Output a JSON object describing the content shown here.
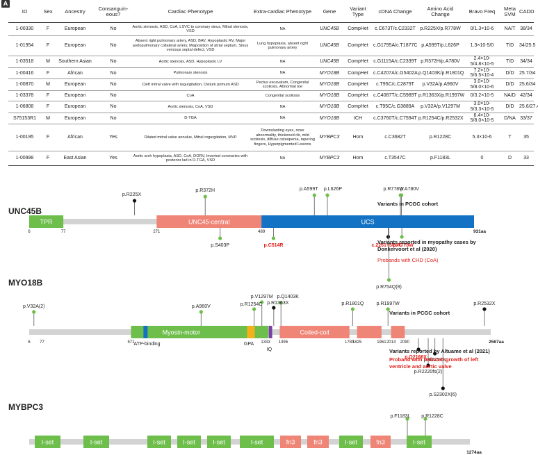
{
  "panel_label": "A",
  "table": {
    "headers": [
      "ID",
      "Sex",
      "Ancestry",
      "Consanguin-eous?",
      "Cardiac Phenotype",
      "Extra-cardiac Phenotype",
      "Gene",
      "Variant Type",
      "cDNA Change",
      "Amino Acid Change",
      "Bravo Freq",
      "Meta SVM",
      "CADD"
    ],
    "rows": [
      [
        "1-00330",
        "F",
        "European",
        "No",
        "Aortic stenosis, ASD, CoA, LSVC to coronary sinus, Mitral stenosis, VSD",
        "NA",
        "UNC45B",
        "CompHet",
        "c.C673T/c.C2332T",
        "p.R225X/p.R778W",
        "0/1.3×10-6",
        "NA/T",
        "38/34"
      ],
      [
        "1-01954",
        "F",
        "European",
        "No",
        "Absent right pulmonary artery, ASD, BAV, Hypoplastic RV, Major aortopulmonary collateral artery, Malposition of atrial septum, Sinus venosus septal defect, VSD",
        "Lung hypoplasia, absent right pulmonary artery",
        "UNC45B",
        "CompHet",
        "c.G1795A/c.T1877C",
        "p.A599T/p.L626P",
        "1.3×10-5/0",
        "T/D",
        "34/25.5"
      ],
      [
        "1-03518",
        "M",
        "Southern Asian",
        "No",
        "Aortic stenosis, ASD, Hypoplastic LV",
        "NA",
        "UNC45B",
        "CompHet",
        "c.G1115A/c.C2339T",
        "p.R372H/p.A780V",
        "2.4×10-5/4.8×10-5",
        "T/D",
        "34/34"
      ],
      [
        "1-00416",
        "F",
        "African",
        "No",
        "Pulmonary stenosis",
        "NA",
        "MYO18B",
        "CompHet",
        "c.C4207A/c.G5402A",
        "p.Q1403K/p.R1801Q",
        "7.2×10-5/6.5×10-4",
        "D/D",
        "25.7/34"
      ],
      [
        "1-00870",
        "M",
        "European",
        "No",
        "Cleft mitral valve with regurgitation, Ostium primum ASD",
        "Pectus excavatum, Congenital scoliosis, Abnormal toe",
        "MYO18B",
        "CompHet",
        "c.T95C/c.C2879T",
        "p.V32A/p.A960V",
        "3.0×10-5/8.0×10-6",
        "D/D",
        "25.6/34"
      ],
      [
        "1-03378",
        "F",
        "European",
        "No",
        "CoA",
        "Congenital scoliosis",
        "MYO18B",
        "CompHet",
        "c.C4087T/c.C5989T",
        "p.R1363X/p.R1997W",
        "0/3.2×10-5",
        "NA/D",
        "42/34"
      ],
      [
        "1-06808",
        "F",
        "European",
        "No",
        "Aortic stenosis, CoA, VSD",
        "NA",
        "MYO18B",
        "CompHet",
        "c.T95C/c.G3889A",
        "p.V32A/p.V1297M",
        "3.0×10-5/3.3×10-5",
        "D/D",
        "25.6/27.4"
      ],
      [
        "S75153R1",
        "M",
        "European",
        "No",
        "D-TGA",
        "NA",
        "MYO18B",
        "ICH",
        "c.C3760T/c.C7594T",
        "p.R1254C/p.R2532X",
        "6.4×10-5/8.0×10-5",
        "D/NA",
        "33/37"
      ],
      [
        "1-00195",
        "F",
        "African",
        "Yes",
        "Dilated mitral valve annulus, Mitral regurgitation, MVP",
        "Downslanting eyes, nose abnormality, thickened rib, mild scoliosis, diffuse osteopenia, tapering fingers, Hyperpigmented Lesions",
        "MYBPC3",
        "Hom",
        "c.C3682T",
        "p.R1228C",
        "5.3×10-6",
        "T",
        "35"
      ],
      [
        "1-00998",
        "F",
        "East Asian",
        "Yes",
        "Aortic arch hypoplasia, ASD, CoA, DORV, Inverted coronaries with posterior lad in D-TGA, VSD",
        "NA",
        "MYBPC3",
        "Hom",
        "c.T3547C",
        "p.F1183L",
        "0",
        "D",
        "33"
      ]
    ]
  },
  "proteins": [
    {
      "name": "UNC45B",
      "length": 931,
      "length_label": "931aa",
      "domains": [
        {
          "label": "TPR",
          "start": 6,
          "end": 77,
          "color": "#6dbe4b"
        },
        {
          "label": "UNC45-central",
          "start": 271,
          "end": 489,
          "color": "#ef8577"
        },
        {
          "label": "UCS",
          "start": 489,
          "end": 931,
          "color": "#1472c4"
        }
      ],
      "tick_labels": [
        "6",
        "77",
        "271",
        "489"
      ],
      "variants_above": [
        {
          "label": "p.R225X",
          "pos": 225,
          "type": "stopgain"
        },
        {
          "label": "p.R372H",
          "pos": 372,
          "type": "missense"
        },
        {
          "label": "p.A599T",
          "pos": 599,
          "type": "missense"
        },
        {
          "label": "p.L626P",
          "pos": 626,
          "type": "missense"
        },
        {
          "label": "p.R778W",
          "pos": 778,
          "type": "missense"
        },
        {
          "label": "p.A780V",
          "pos": 780,
          "type": "missense"
        }
      ],
      "variants_below": [
        {
          "label": "p.S403P",
          "pos": 403,
          "type": "missense",
          "highlight": false
        },
        {
          "label": "p.C514R",
          "pos": 514,
          "type": "missense",
          "highlight": true
        },
        {
          "label": "c.2261+5G>C",
          "pos": 754,
          "type": "stopgain",
          "highlight": true
        },
        {
          "label": "p.R778W",
          "pos": 778,
          "type": "missense",
          "highlight": true
        },
        {
          "label": "p.R754Q(8)",
          "pos": 754,
          "type": "missense",
          "highlight": false
        }
      ],
      "legend": [
        {
          "text": "Variants in PCGC cohort",
          "color": "#222",
          "bold": true
        },
        {
          "text": "Variants reported in myopathy cases by Donkervoort et al (2020)",
          "color": "#222",
          "bold": true
        },
        {
          "text": "Probands with CHD (CoA)",
          "color": "#e0201b",
          "bold": false
        }
      ]
    },
    {
      "name": "MYO18B",
      "length": 2567,
      "length_label": "2567aa",
      "domains": [
        {
          "label": "",
          "start": 571,
          "end": 1333,
          "color": "#6dbe4b"
        },
        {
          "label": "Coiled-coil",
          "start": 1396,
          "end": 1783,
          "color": "#ef8577"
        },
        {
          "label": "",
          "start": 1825,
          "end": 1961,
          "color": "#ef8577"
        },
        {
          "label": "",
          "start": 2014,
          "end": 2090,
          "color": "#ef8577"
        }
      ],
      "domain_labels": {
        "atp": "ATP-binding",
        "myosin": "Myosin-motor",
        "gpa": "GPA",
        "iq": "IQ"
      },
      "tick_labels": [
        "6",
        "77",
        "571",
        "1333",
        "1396",
        "1783",
        "1825",
        "1961",
        "2014",
        "2090"
      ],
      "variants_above": [
        {
          "label": "p.V32A(2)",
          "pos": 32,
          "type": "missense"
        },
        {
          "label": "p.A960V",
          "pos": 960,
          "type": "missense"
        },
        {
          "label": "p.V1297M",
          "pos": 1297,
          "type": "missense"
        },
        {
          "label": "p.R1254C",
          "pos": 1254,
          "type": "missense"
        },
        {
          "label": "p.Q1403K",
          "pos": 1403,
          "type": "missense"
        },
        {
          "label": "p.R1363X",
          "pos": 1363,
          "type": "stopgain"
        },
        {
          "label": "p.R1801Q",
          "pos": 1801,
          "type": "missense"
        },
        {
          "label": "p.R1997W",
          "pos": 1997,
          "type": "missense"
        },
        {
          "label": "p.R2532X",
          "pos": 2532,
          "type": "stopgain"
        }
      ],
      "variants_below": [
        {
          "label": "p.Q2166X",
          "pos": 2166,
          "type": "stopgain",
          "highlight": true
        },
        {
          "label": "p.R2257fs",
          "pos": 2257,
          "type": "stopgain",
          "highlight": false
        },
        {
          "label": "p.R2220fs(2)",
          "pos": 2220,
          "type": "stopgain",
          "highlight": false
        },
        {
          "label": "p.S2302X(6)",
          "pos": 2302,
          "type": "stopgain",
          "highlight": false
        }
      ],
      "legend": [
        {
          "text": "Variants in PCGC cohort",
          "color": "#222",
          "bold": true
        },
        {
          "text": "Variants reported by Altuame et al (2021)",
          "color": "#222",
          "bold": true
        },
        {
          "text": "Proband with reduced growth of left ventricle and aortic valve",
          "color": "#e0201b",
          "bold": true
        }
      ]
    },
    {
      "name": "MYBPC3",
      "length": 1274,
      "length_label": "1274aa",
      "domain_labels": [
        "I-set",
        "I-set",
        "I-set",
        "I-set",
        "I-set",
        "I-set",
        "fn3",
        "fn3",
        "I-set",
        "fn3",
        "I-set"
      ],
      "variants_above": [
        {
          "label": "p.F1183L",
          "pos": 1183,
          "type": "missense"
        },
        {
          "label": "p.R1228C",
          "pos": 1228,
          "type": "missense"
        }
      ]
    }
  ],
  "colors": {
    "missense": "#6dbe4b",
    "stopgain": "#111111",
    "highlight": "#e0201b",
    "backbone": "#d3d3d3"
  }
}
